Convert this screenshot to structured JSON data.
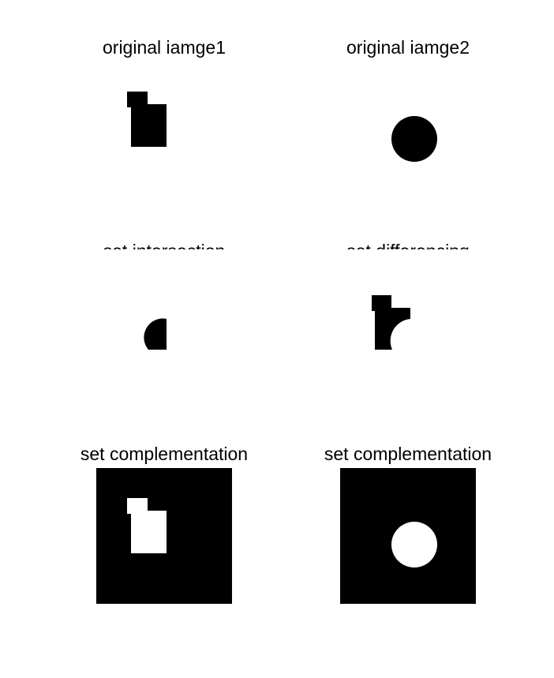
{
  "colors": {
    "background": "#ffffff",
    "foreground": "#000000"
  },
  "panels": [
    {
      "title": "original iamge1"
    },
    {
      "title": "original iamge2"
    },
    {
      "title": "set intersection"
    },
    {
      "title": "set differencing"
    },
    {
      "title": "set complementation"
    },
    {
      "title": "set complementation"
    }
  ]
}
